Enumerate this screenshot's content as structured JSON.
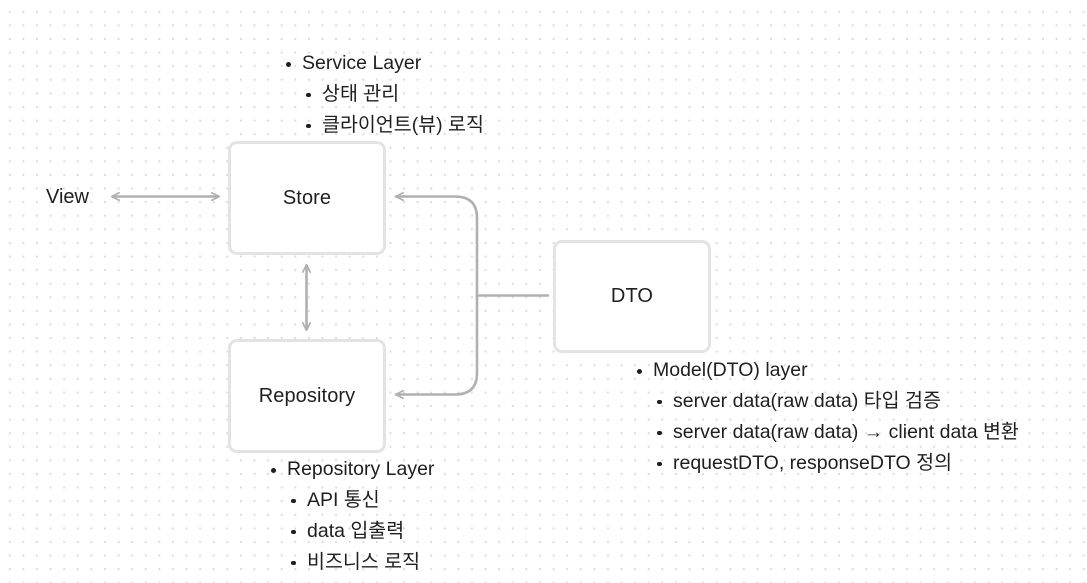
{
  "diagram": {
    "title": "Layered architecture flow diagram",
    "colors": {
      "node_border": "#e3e3e3",
      "node_fill": "#ffffff",
      "connector": "#b0b0b0",
      "text": "#1f1f1f",
      "grid_dot": "#d8d8dc"
    },
    "nodes": [
      {
        "id": "store",
        "label": "Store"
      },
      {
        "id": "repository",
        "label": "Repository"
      },
      {
        "id": "dto",
        "label": "DTO"
      }
    ],
    "labels": [
      {
        "id": "view",
        "label": "View"
      }
    ],
    "connectors": [
      {
        "id": "view-store",
        "from": "View",
        "to": "Store",
        "arrows": "both"
      },
      {
        "id": "store-repository",
        "from": "Store",
        "to": "Repository",
        "arrows": "both"
      },
      {
        "id": "dto-store",
        "from": "DTO",
        "to": "Store",
        "arrows": "to"
      },
      {
        "id": "dto-repository",
        "from": "DTO",
        "to": "Repository",
        "arrows": "to"
      }
    ]
  },
  "notes": {
    "service": {
      "heading": "Service Layer",
      "items": [
        "상태 관리",
        "클라이언트(뷰) 로직"
      ]
    },
    "repository": {
      "heading": "Repository Layer",
      "items": [
        "API 통신",
        "data 입출력",
        "비즈니스 로직"
      ]
    },
    "model": {
      "heading": "Model(DTO) layer",
      "items": [
        "server data(raw data) 타입 검증",
        "server data(raw data) → client data 변환",
        "requestDTO, responseDTO 정의"
      ]
    }
  }
}
